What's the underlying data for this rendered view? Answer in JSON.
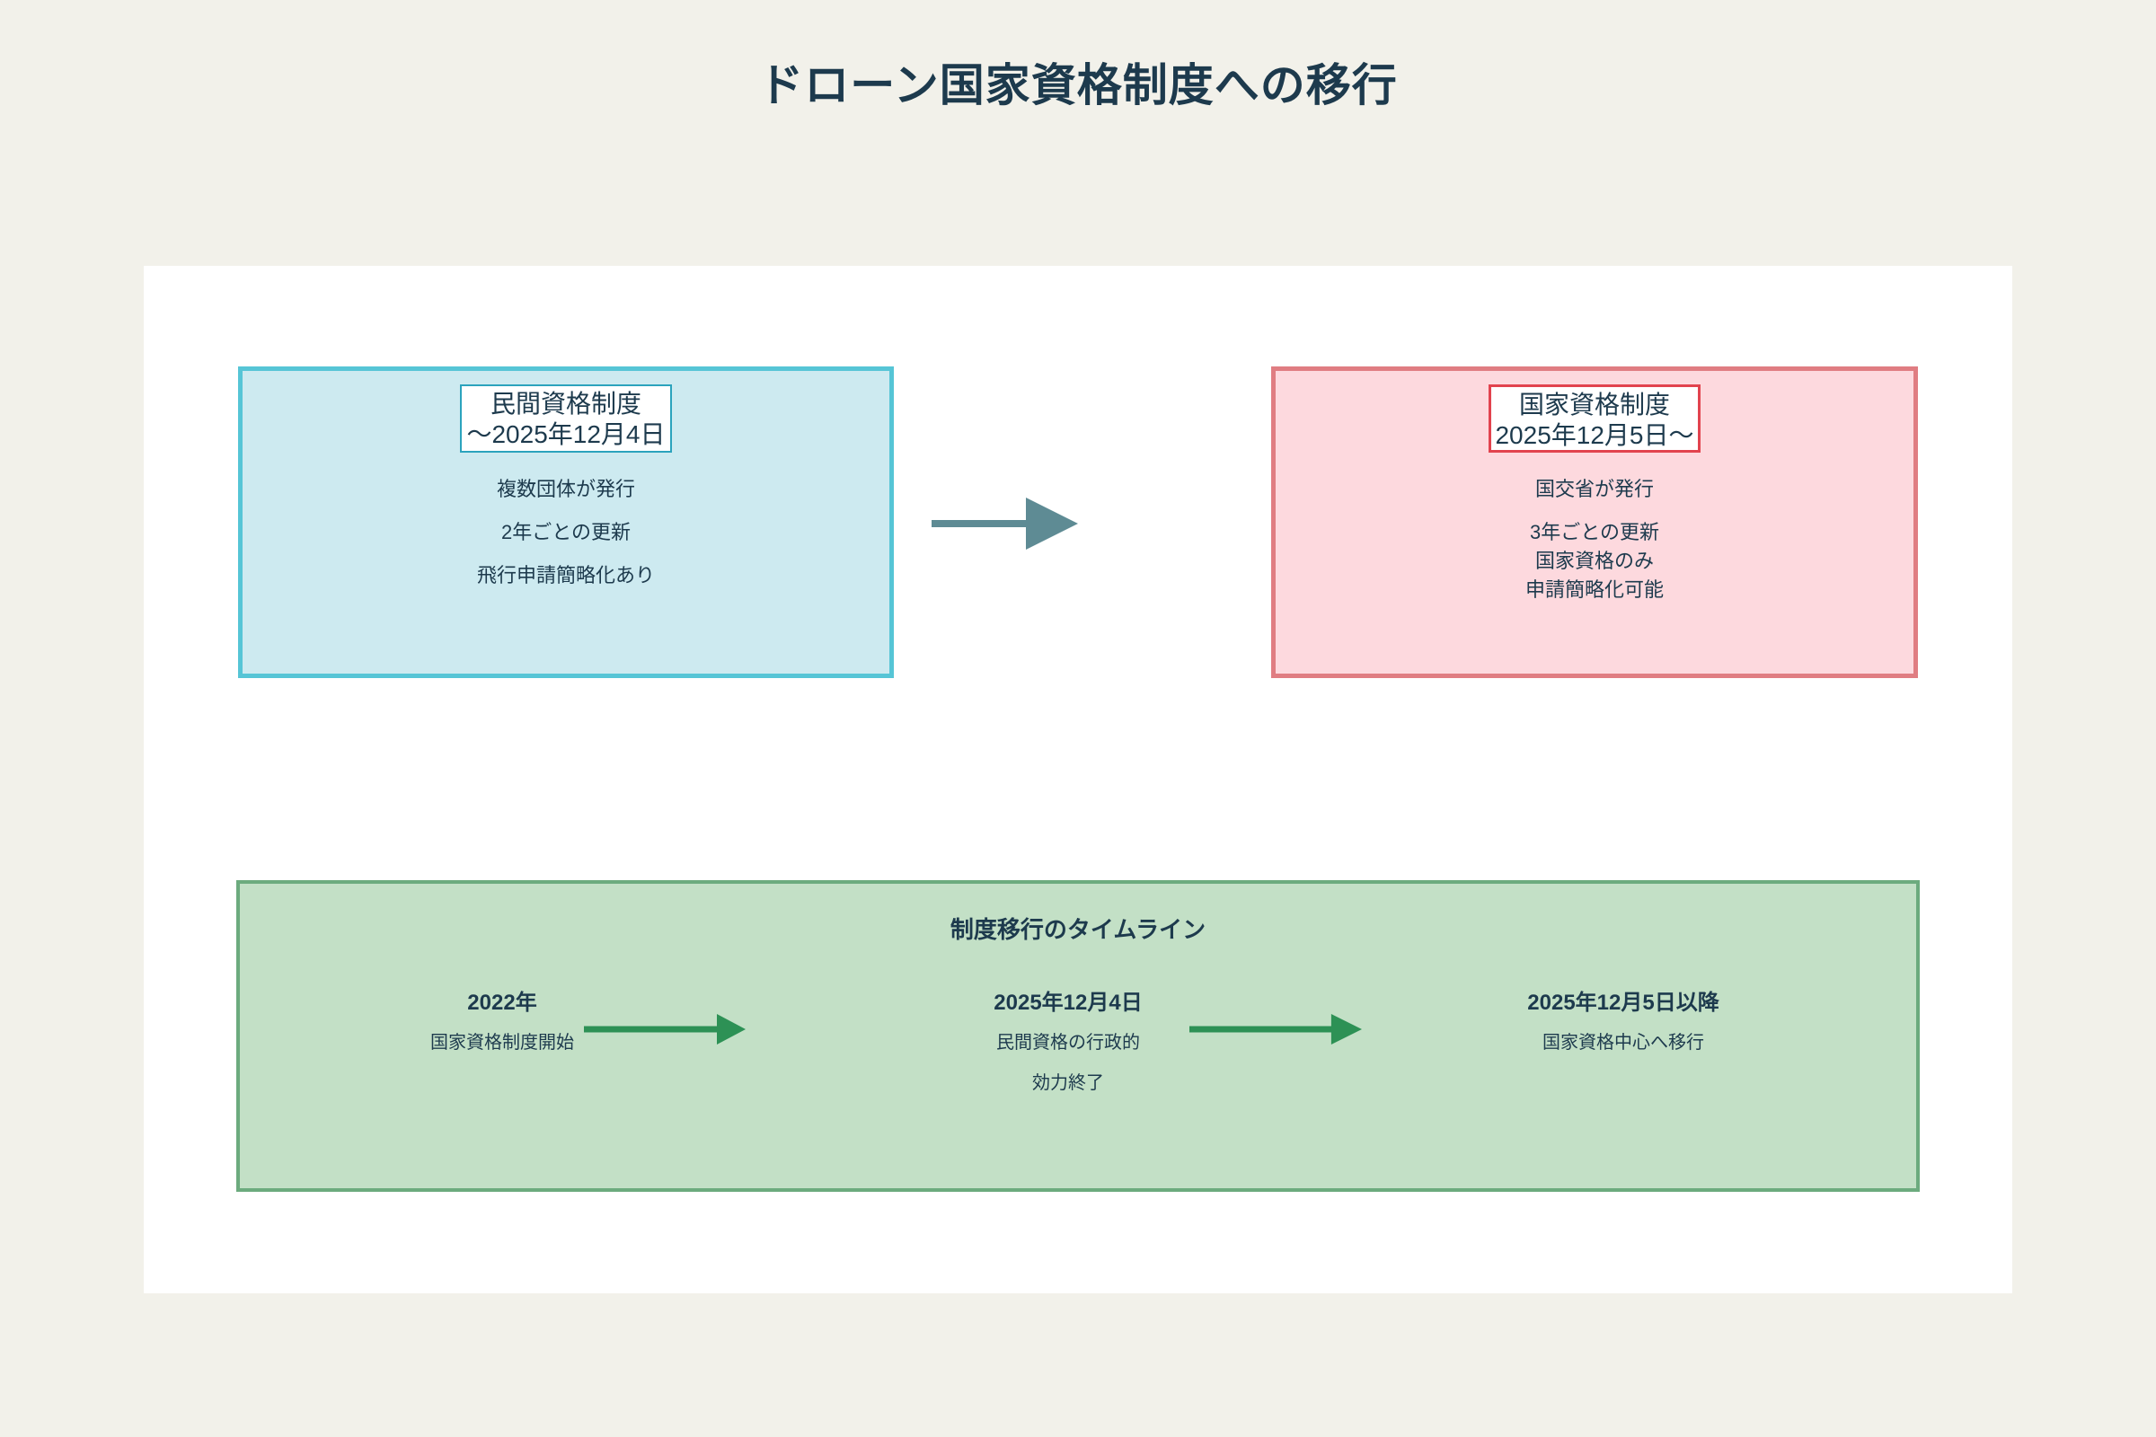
{
  "title": "ドローン国家資格制度への移行",
  "colors": {
    "background": "#f2f1ea",
    "panel": "#ffffff",
    "text": "#1d3a4d",
    "blue_fill": "#cdeaf0",
    "blue_border": "#56c5d6",
    "blue_title_border": "#2ba3bd",
    "pink_fill": "#fdd9de",
    "pink_border": "#e07d82",
    "pink_title_border": "#e2434e",
    "green_fill": "#c3e0c6",
    "green_border": "#6cab7e",
    "transition_arrow": "#5e8b94",
    "timeline_arrow": "#2d9155"
  },
  "left_box": {
    "heading_line1": "民間資格制度",
    "heading_line2": "～2025年12月4日",
    "details": [
      "複数団体が発行",
      "2年ごとの更新",
      "飛行申請簡略化あり"
    ]
  },
  "right_box": {
    "heading_line1": "国家資格制度",
    "heading_line2": "2025年12月5日～",
    "details": [
      "国交省が発行",
      "3年ごとの更新",
      "国家資格のみ",
      "申請簡略化可能"
    ]
  },
  "timeline": {
    "title": "制度移行のタイムライン",
    "stages": [
      {
        "date": "2022年",
        "lines": [
          "国家資格制度開始"
        ]
      },
      {
        "date": "2025年12月4日",
        "lines": [
          "民間資格の行政的",
          "効力終了"
        ]
      },
      {
        "date": "2025年12月5日以降",
        "lines": [
          "国家資格中心へ移行"
        ]
      }
    ]
  }
}
